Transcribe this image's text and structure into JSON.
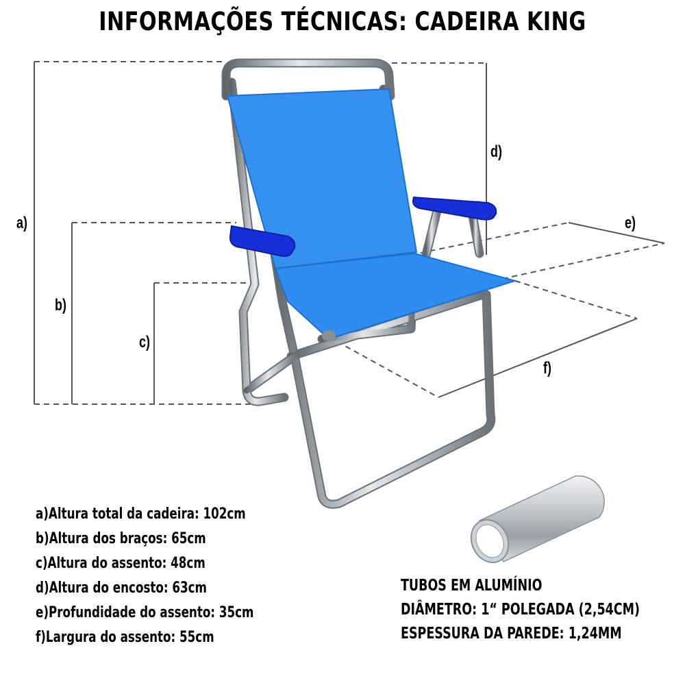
{
  "title": "INFORMAÇÕES TÉCNICAS: CADEIRA KING",
  "dimension_labels": {
    "a": "a)",
    "b": "b)",
    "c": "c)",
    "d": "d)",
    "e": "e)",
    "f": "f)"
  },
  "specs": [
    "a)Altura total da cadeira: 102cm",
    "b)Altura dos braços: 65cm",
    "c)Altura do assento: 48cm",
    "d)Altura do encosto: 63cm",
    "e)Profundidade do assento: 35cm",
    "f)Largura do assento: 55cm"
  ],
  "tube_info": {
    "material": "TUBOS EM ALUMÍNIO",
    "diameter": "DIÂMETRO: 1“ POLEGADA (2,54CM)",
    "wall": "ESPESSURA DA PAREDE: 1,24MM"
  },
  "colors": {
    "fabric": "#2f8cf0",
    "armrest": "#1530d8",
    "frame": "#9aa0a6",
    "dimension_line": "#555555"
  }
}
